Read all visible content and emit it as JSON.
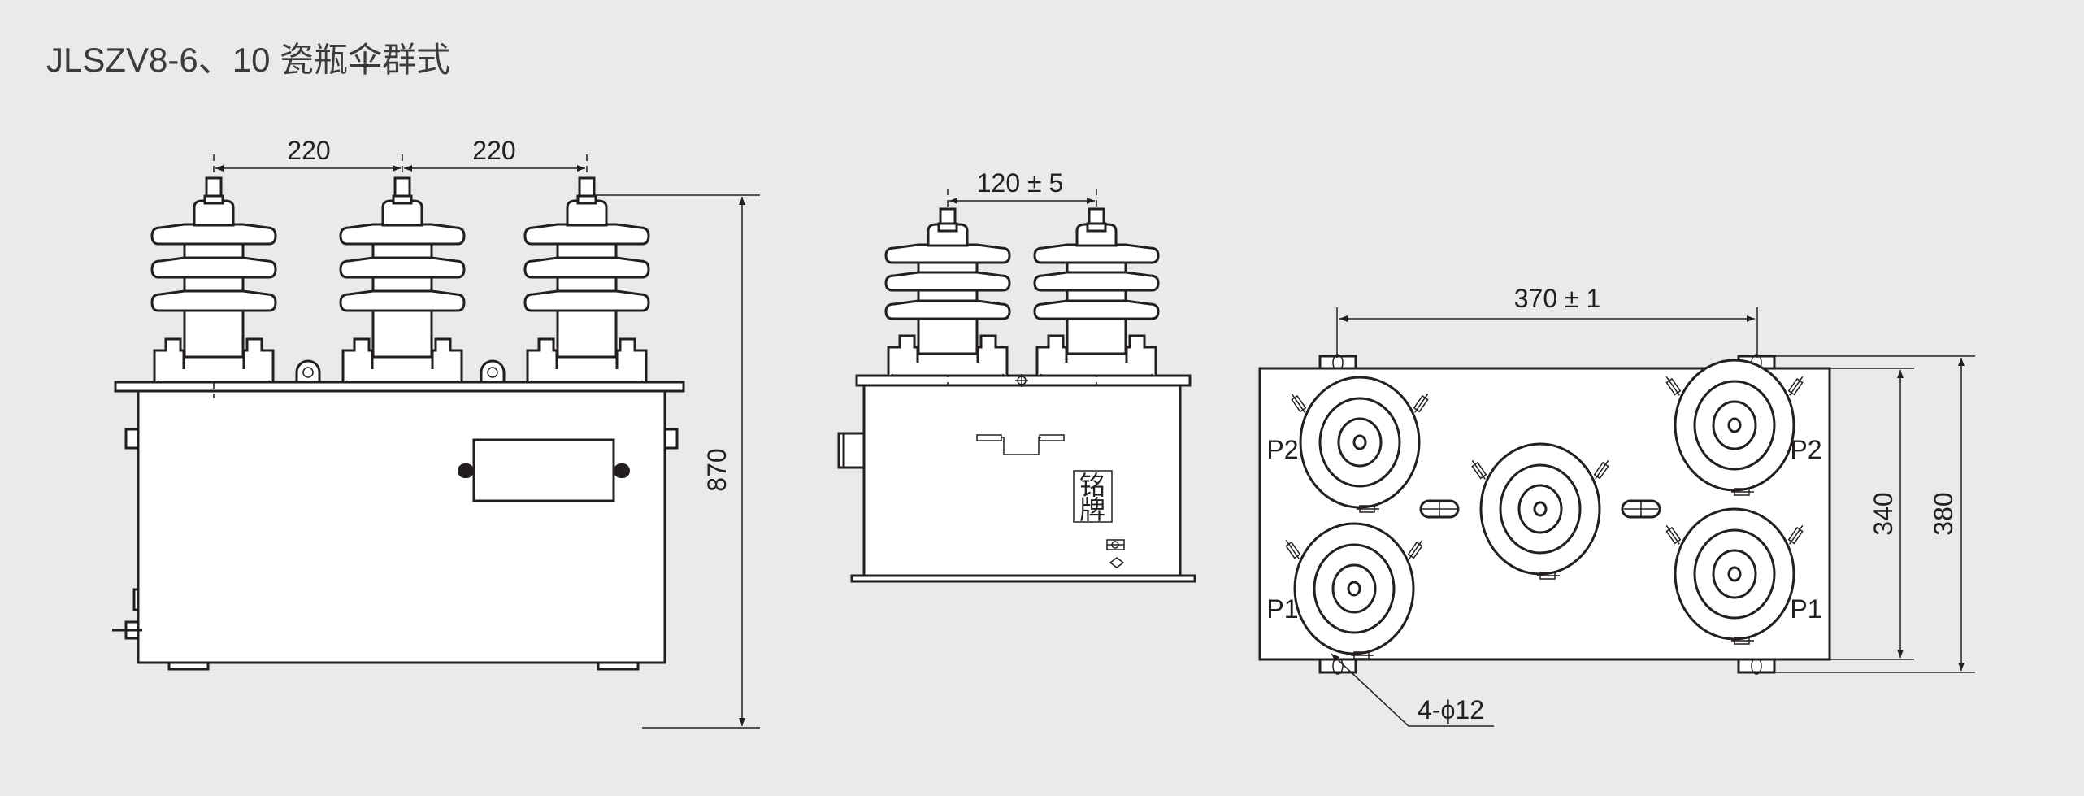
{
  "title": "JLSZV8-6、10 瓷瓶伞群式",
  "front_view": {
    "dim_left": "220",
    "dim_right": "220",
    "dim_height": "870"
  },
  "side_view": {
    "dim_spacing": "120 ± 5",
    "nameplate_char1": "铭",
    "nameplate_char2": "牌"
  },
  "top_view": {
    "dim_width": "370 ± 1",
    "dim_inner": "340",
    "dim_outer": "380",
    "hole_note": "4-ϕ12",
    "labels": {
      "p2_left": "P2",
      "p1_left": "P1",
      "p2_right": "P2",
      "p1_right": "P1"
    }
  },
  "colors": {
    "background": "#e9ebea",
    "line": "#231f20"
  }
}
